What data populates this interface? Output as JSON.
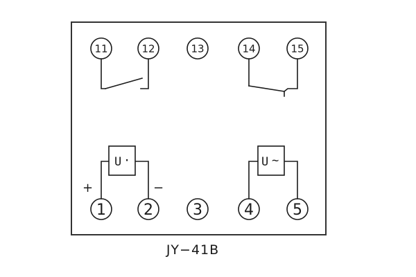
{
  "terminals_top": [
    "11",
    "12",
    "13",
    "14",
    "15"
  ],
  "terminals_bottom": [
    "1",
    "2",
    "3",
    "4",
    "5"
  ],
  "coil_dc": {
    "label": "U",
    "symbol": "·"
  },
  "coil_ac": {
    "label": "U",
    "symbol": "~"
  },
  "polarity": {
    "plus": "+",
    "minus": "−"
  },
  "model": "JY−41B"
}
